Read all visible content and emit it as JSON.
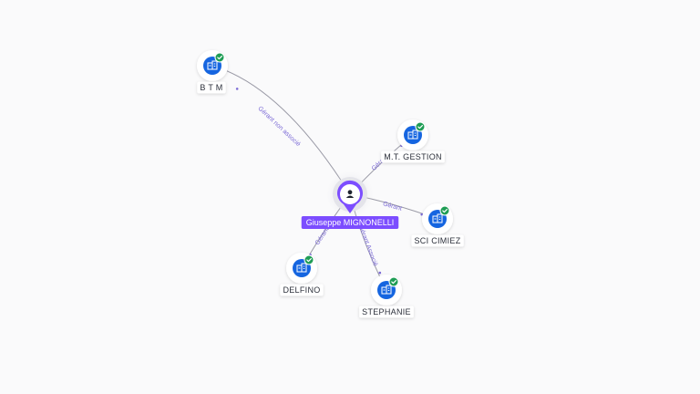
{
  "center": {
    "name": "Giuseppe MIGNONELLI",
    "icon": "person-icon",
    "color": "#7c4dff"
  },
  "companies": [
    {
      "id": "btm",
      "name": "B T M",
      "icon": "building-icon",
      "status": "verified",
      "relation": "Gérant non associé"
    },
    {
      "id": "mt-gestion",
      "name": "M.T. GESTION",
      "icon": "building-icon",
      "status": "verified",
      "relation": "Gérant"
    },
    {
      "id": "sci-cimiez",
      "name": "SCI CIMIEZ",
      "icon": "building-icon",
      "status": "verified",
      "relation": "Gérant"
    },
    {
      "id": "delfino",
      "name": "DELFINO",
      "icon": "building-icon",
      "status": "verified",
      "relation": "Gérant"
    },
    {
      "id": "stephanie",
      "name": "STEPHANIE",
      "icon": "building-icon",
      "status": "verified",
      "relation": "Gérant Associé"
    }
  ],
  "colors": {
    "company_icon": "#1565e0",
    "verified_badge": "#1f9d55",
    "edge": "#9a9aa6",
    "edge_label": "#7b6ad6"
  }
}
